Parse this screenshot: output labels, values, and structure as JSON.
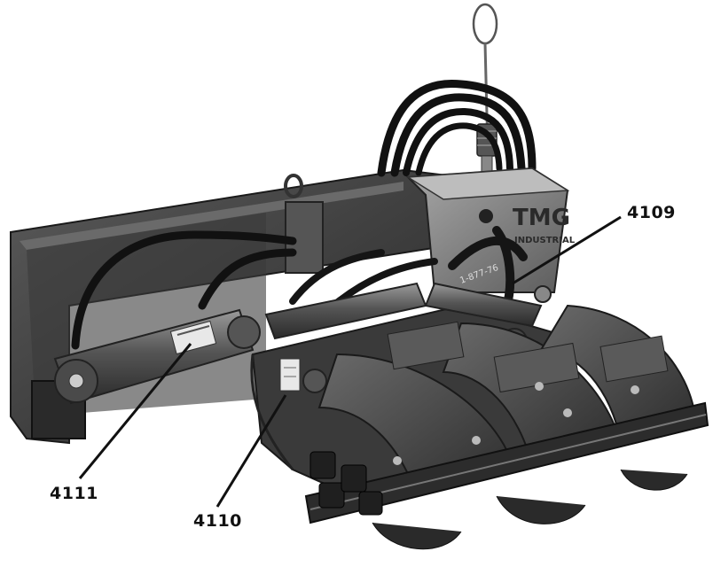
{
  "figure": {
    "callouts": [
      {
        "id": "4109",
        "label": "4109"
      },
      {
        "id": "4111",
        "label": "4111"
      },
      {
        "id": "4110",
        "label": "4110"
      }
    ],
    "brand_plate": {
      "logo_text": "TMG",
      "sub_text": "INDUSTRIAL"
    },
    "hose_print": "1-877-76",
    "colors": {
      "steel_dark": "#2b2b2b",
      "steel_mid": "#4a4a4a",
      "steel_light": "#8a8a8a",
      "highlight": "#c9c9c9",
      "background": "#ffffff",
      "callout_line": "#111111"
    }
  }
}
